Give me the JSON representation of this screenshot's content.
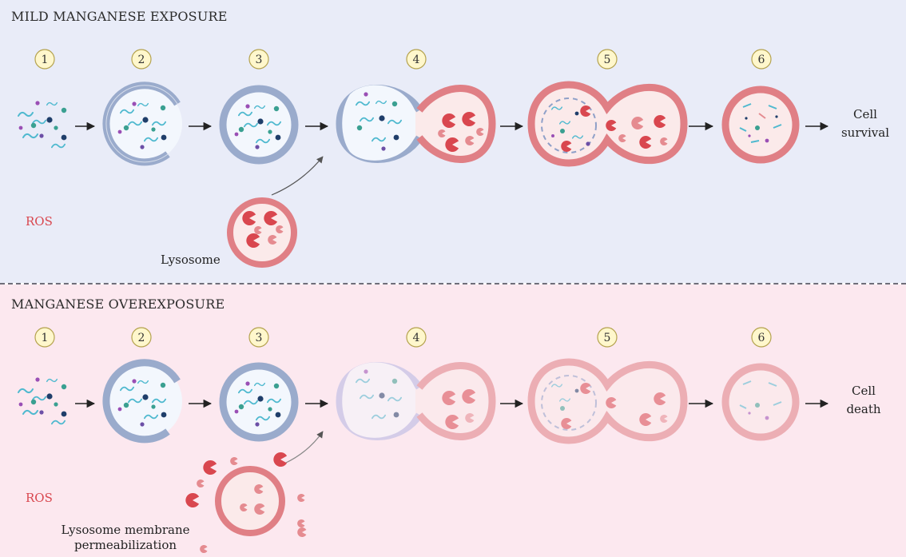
{
  "panels": {
    "mild": {
      "title": "MILD MANGANESE EXPOSURE",
      "ros": "ROS",
      "lysosome_label": "Lysosome",
      "outcome_line1": "Cell",
      "outcome_line2": "survival"
    },
    "over": {
      "title": "MANGANESE OVEREXPOSURE",
      "ros": "ROS",
      "lysosome_label_line1": "Lysosome membrane",
      "lysosome_label_line2": "permeabilization",
      "outcome_line1": "Cell",
      "outcome_line2": "death"
    }
  },
  "steps": [
    "1",
    "2",
    "3",
    "4",
    "5",
    "6"
  ],
  "colors": {
    "panel_top_bg": "#e9ecf8",
    "panel_bottom_bg": "#fce8ef",
    "autophagosome_membrane": "#9aabcc",
    "lysosome_membrane": "#e07f85",
    "enzyme": "#d9474f",
    "ros_text": "#d9474f",
    "step_badge_fill": "#fff7cc",
    "step_badge_stroke": "#b4a24e"
  },
  "icons": [
    "step-number-badge",
    "arrow-right-icon",
    "curved-arrow-icon",
    "pacman-enzyme-icon"
  ]
}
